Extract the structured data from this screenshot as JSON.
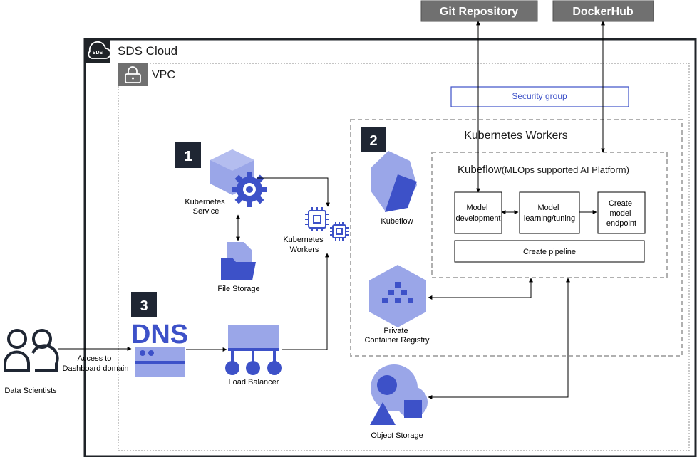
{
  "external": {
    "git_repository": "Git Repository",
    "dockerhub": "DockerHub"
  },
  "cloud": {
    "title": "SDS Cloud",
    "badge": "SDS"
  },
  "vpc": {
    "title": "VPC"
  },
  "security_group": "Security group",
  "k8s_workers_group": {
    "title": "Kubernetes Workers"
  },
  "kubeflow_box": {
    "title": "Kubeflow",
    "subtitle": "(MLOps supported AI Platform)",
    "steps": {
      "model_development": [
        "Model",
        "development"
      ],
      "model_learning": [
        "Model",
        "learning/tuning"
      ],
      "create_endpoint": [
        "Create",
        "model",
        "endpoint"
      ],
      "create_pipeline": "Create pipeline"
    }
  },
  "badges": {
    "one": "1",
    "two": "2",
    "three": "3"
  },
  "components": {
    "kubernetes_service": [
      "Kubernetes",
      "Service"
    ],
    "kubernetes_workers": [
      "Kubernetes",
      "Workers"
    ],
    "file_storage": "File Storage",
    "kubeflow": "Kubeflow",
    "private_registry": [
      "Private",
      "Container Registry"
    ],
    "object_storage": "Object Storage",
    "load_balancer": "Load Balancer",
    "dns": "DNS"
  },
  "users": {
    "data_scientists": "Data Scientists",
    "access_label": [
      "Access to",
      "Dashboard domain"
    ]
  },
  "colors": {
    "cloud_border": "#1f2328",
    "external_box": "#707070",
    "dashed": "#b0b0b0",
    "icon_primary": "#3d51c8",
    "icon_light": "#9aa6e8",
    "security_group": "#3d51c8",
    "badge": "#1f2633"
  }
}
